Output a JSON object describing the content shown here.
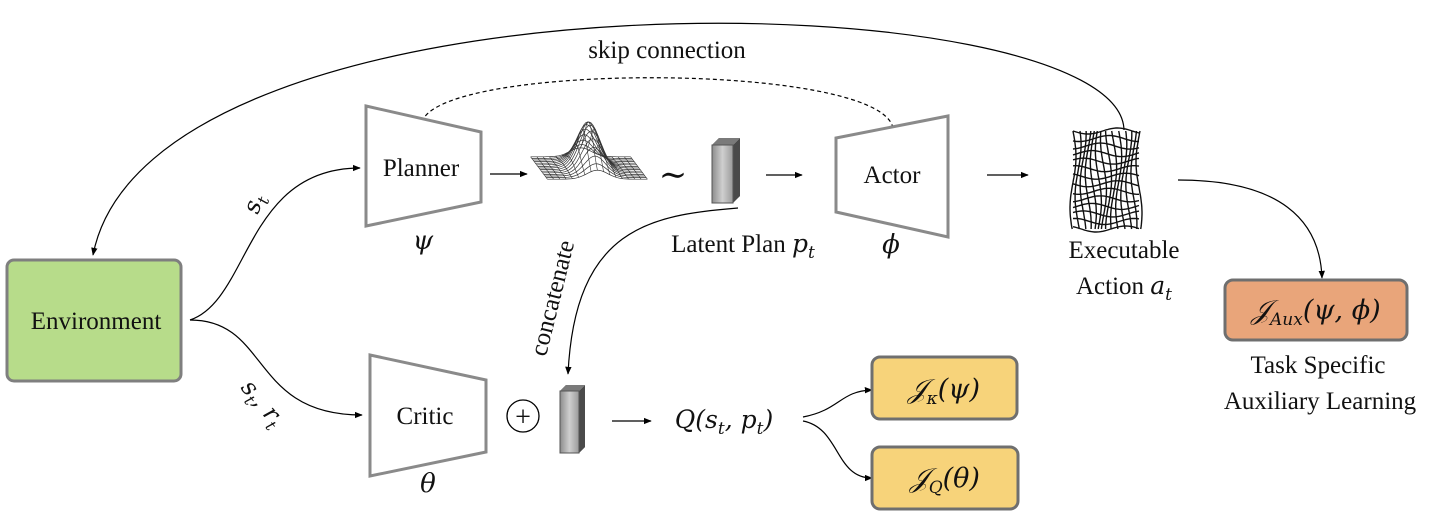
{
  "environment": {
    "label": "Environment",
    "fill": "#b7dc8a",
    "stroke": "#7f7f7f"
  },
  "skip_label": "skip connection",
  "planner": {
    "label": "Planner",
    "param": "ψ"
  },
  "actor": {
    "label": "Actor",
    "param": "ϕ"
  },
  "critic": {
    "label": "Critic",
    "param": "θ"
  },
  "tilde": "∼",
  "concat_label": "concatenate",
  "latent_plan": {
    "text": "Latent Plan ",
    "symbol": "p",
    "sub": "t"
  },
  "executable_action": {
    "line1": "Executable",
    "line2_text": "Action ",
    "symbol": "a",
    "sub": "t"
  },
  "edge_labels": {
    "state": {
      "symbol": "s",
      "sub": "t"
    },
    "state_reward": {
      "s": "s",
      "s_sub": "t",
      "sep": ", ",
      "r": "r",
      "r_sub": "t"
    }
  },
  "q_value": {
    "prefix": "Q(",
    "s": "s",
    "s_sub": "t",
    "sep": ", ",
    "p": "p",
    "p_sub": "t",
    "close": ")"
  },
  "objectives": [
    {
      "id": "kappa",
      "J": "𝒥",
      "sub": "κ",
      "arg": "(ψ)",
      "fill": "#f7d37a",
      "stroke": "#6f6f6f"
    },
    {
      "id": "q",
      "J": "𝒥",
      "sub": "Q",
      "arg": "(θ)",
      "fill": "#f7d37a",
      "stroke": "#6f6f6f"
    },
    {
      "id": "aux",
      "J": "𝒥",
      "sub": "Aux",
      "arg": "(ψ, ϕ)",
      "fill": "#e9a57a",
      "stroke": "#6f6f6f"
    }
  ],
  "aux_caption": {
    "line1": "Task Specific",
    "line2": "Auxiliary Learning"
  },
  "oplus": "+",
  "icons": [
    "gaussian-distribution-icon",
    "latent-vector-icon",
    "action-mesh-icon",
    "concat-vector-icon"
  ]
}
